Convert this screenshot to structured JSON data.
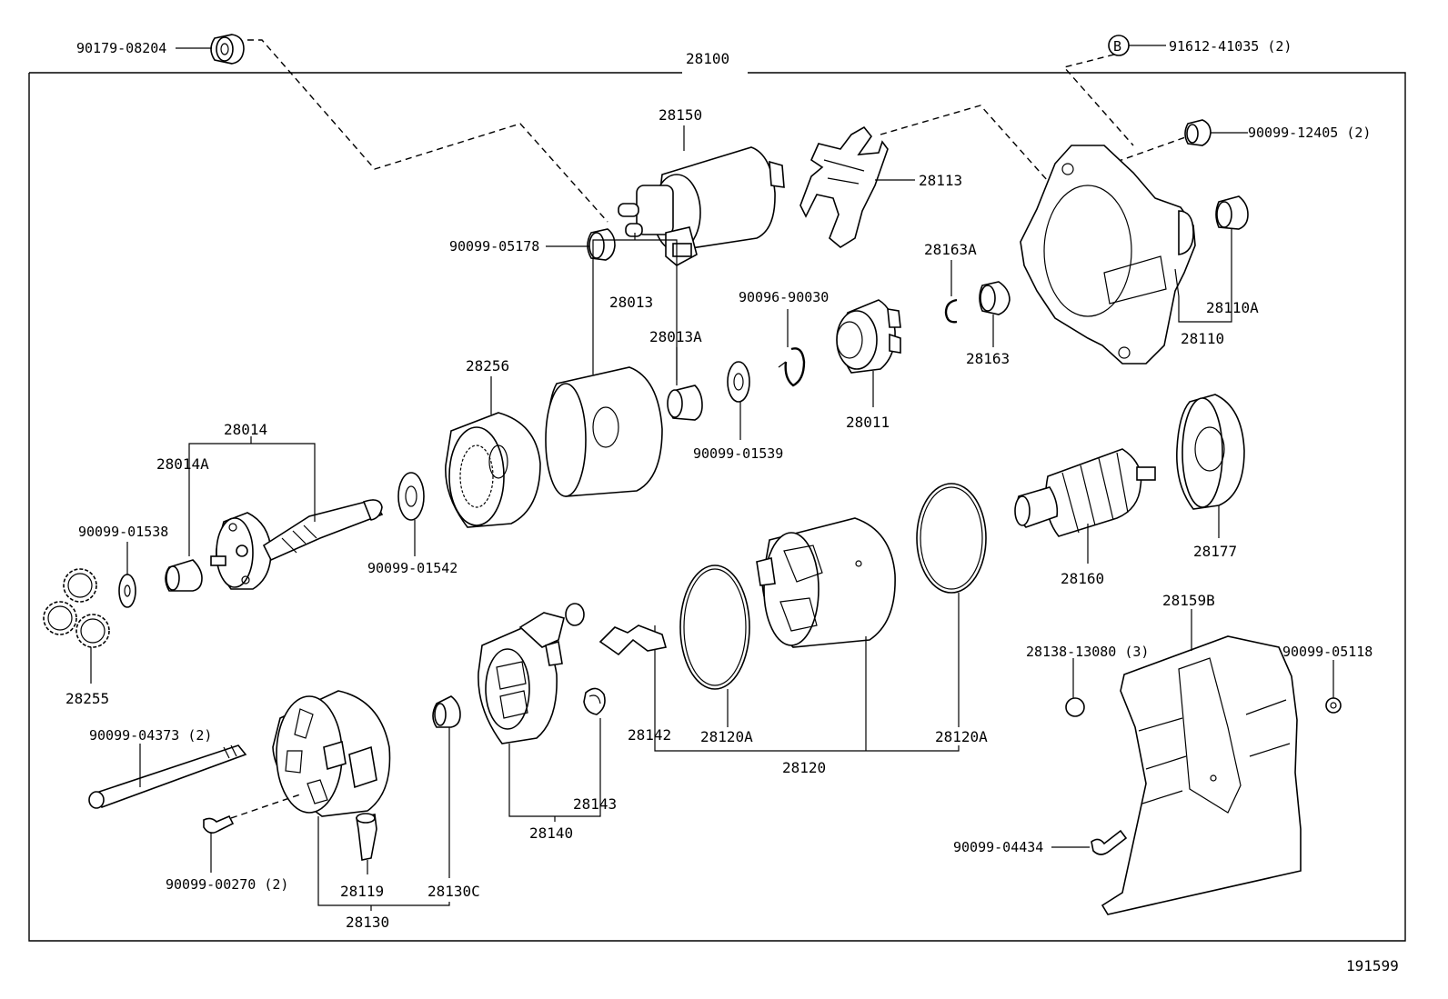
{
  "assembly": "28100",
  "figure_code": "191599",
  "labels": {
    "p90179_08204": "90179-08204",
    "p28100": "28100",
    "p91612_41035": "91612-41035 (2)",
    "callout_b": "B",
    "p90099_12405": "90099-12405 (2)",
    "p28150": "28150",
    "p28113": "28113",
    "p90099_05178": "90099-05178",
    "p28163A": "28163A",
    "p28110A": "28110A",
    "p28110": "28110",
    "p28013": "28013",
    "p90096_90030": "90096-90030",
    "p28013A": "28013A",
    "p28163": "28163",
    "p28256": "28256",
    "p28011": "28011",
    "p28014": "28014",
    "p28014A": "28014A",
    "p90099_01539": "90099-01539",
    "p90099_01538": "90099-01538",
    "p90099_01542": "90099-01542",
    "p28177": "28177",
    "p28160": "28160",
    "p28159B": "28159B",
    "p28255": "28255",
    "p28138_13080": "28138-13080 (3)",
    "p90099_05118": "90099-05118",
    "p90099_04373": "90099-04373 (2)",
    "p28142": "28142",
    "p28120A_left": "28120A",
    "p28120A_right": "28120A",
    "p28120": "28120",
    "p28143": "28143",
    "p28140": "28140",
    "p90099_04434": "90099-04434",
    "p90099_00270": "90099-00270 (2)",
    "p28119": "28119",
    "p28130C": "28130C",
    "p28130": "28130"
  }
}
